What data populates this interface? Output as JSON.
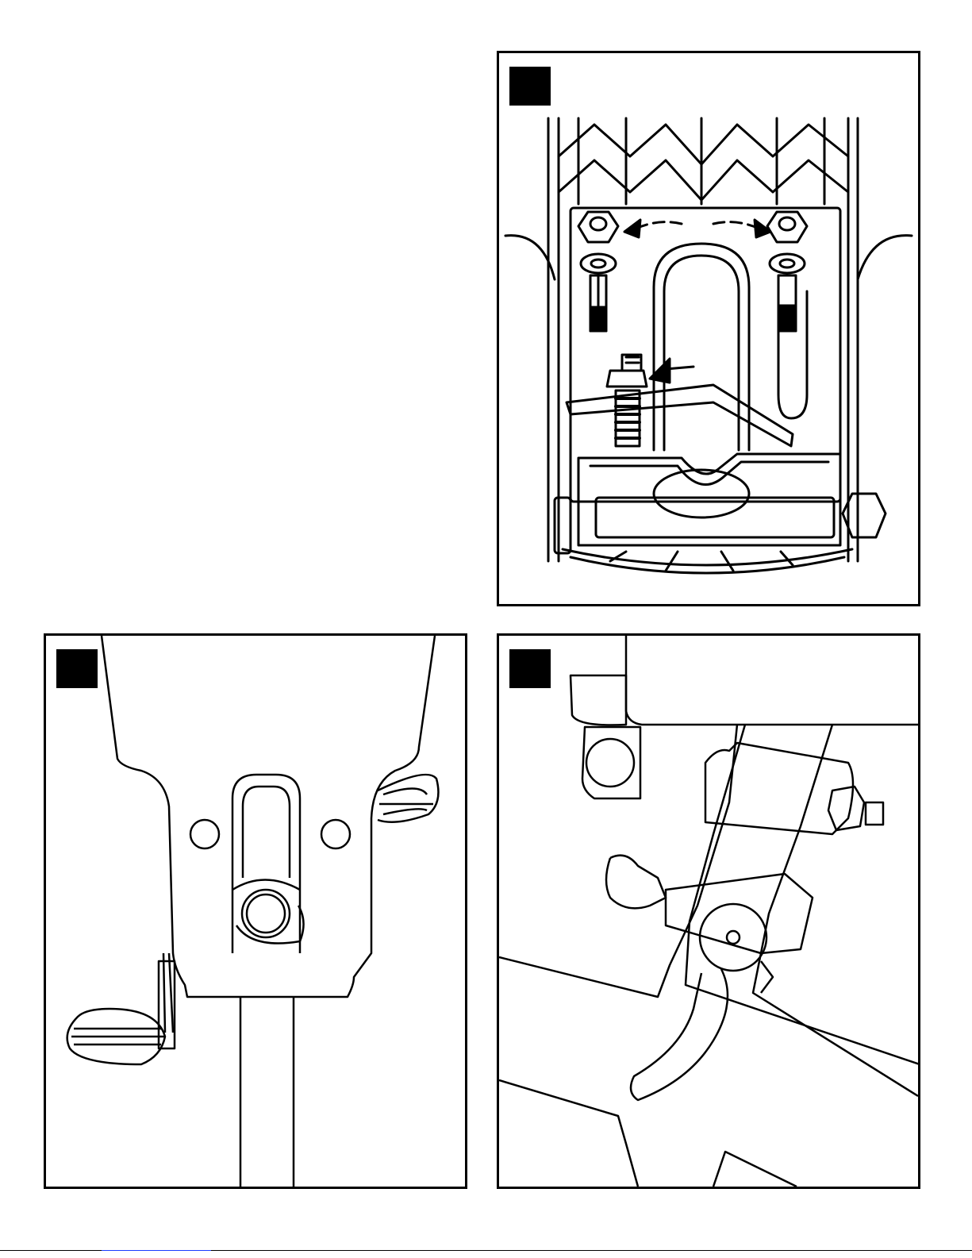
{
  "colors": {
    "ink": "#000000",
    "paper": "#ffffff",
    "link": "#1a3cff"
  },
  "panels": [
    {
      "name": "step-figure-bottom-bracket-bolts",
      "badge_label": ""
    },
    {
      "name": "step-figure-seat-slot",
      "badge_label": ""
    },
    {
      "name": "step-figure-seat-clamp-lever",
      "badge_label": ""
    }
  ]
}
